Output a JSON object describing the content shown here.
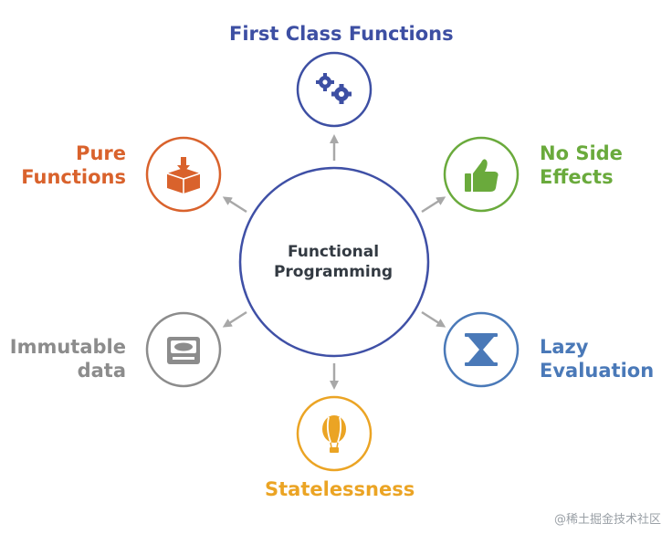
{
  "center": {
    "line1": "Functional",
    "line2": "Programming"
  },
  "nodes": {
    "first_class": {
      "line1": "First Class Functions",
      "color": "#3d4fa3",
      "icon": "gears-icon"
    },
    "no_side_effects": {
      "line1": "No Side",
      "line2": "Effects",
      "color": "#6aaa3c",
      "icon": "thumbs-up-icon"
    },
    "lazy_evaluation": {
      "line1": "Lazy",
      "line2": "Evaluation",
      "color": "#4a79b8",
      "icon": "hourglass-icon"
    },
    "statelessness": {
      "line1": "Statelessness",
      "color": "#eba424",
      "icon": "hot-air-balloon-icon"
    },
    "immutable_data": {
      "line1": "Immutable",
      "line2": "data",
      "color": "#8c8c8c",
      "icon": "hard-drive-icon"
    },
    "pure_functions": {
      "line1": "Pure",
      "line2": "Functions",
      "color": "#d9622c",
      "icon": "box-download-icon"
    }
  },
  "center_color": "#3f50a6",
  "arrow_color": "#a8a8a8",
  "watermark": "@稀土掘金技术社区"
}
